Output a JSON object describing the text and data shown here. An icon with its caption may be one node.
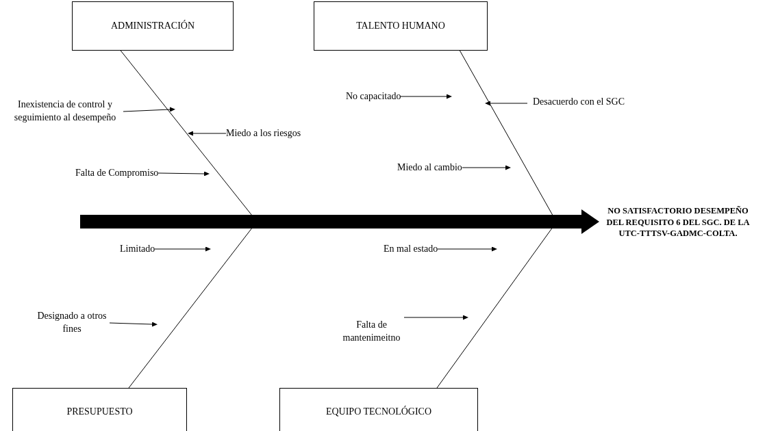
{
  "diagram": {
    "nodes": [
      {
        "text": [
          "ADMINISTRACIÓN"
        ]
      },
      {
        "text": [
          "TALENTO HUMANO"
        ]
      },
      {
        "text": [
          "NO SATISFACTORIO DESEMPEÑO DEL REQUISITO 6 DEL SGC. DE LA UTC-TTTSV-GADMC-COLTA."
        ]
      },
      {
        "text": [
          "PRESUPUESTO"
        ]
      },
      {
        "text": [
          "EQUIPO TECNOLÓGICO"
        ]
      },
      {
        "text": [
          "Inexistencia de control y seguimiento al desempeño"
        ]
      },
      {
        "text": [
          "Miedo a los riesgos"
        ]
      },
      {
        "text": [
          "Falta de Compromiso"
        ]
      },
      {
        "text": [
          "No capacitado"
        ]
      },
      {
        "text": [
          "Desacuerdo con el SGC"
        ]
      },
      {
        "text": [
          "Miedo al cambio"
        ]
      },
      {
        "text": [
          "Limitado"
        ]
      },
      {
        "text": [
          "Designado a otros fines"
        ]
      },
      {
        "text": [
          "En mal estado"
        ]
      },
      {
        "text": [
          "Falta de mantenimeitno"
        ]
      }
    ],
    "edges": [
      {
        "from": null,
        "to": 2,
        "arrow": "to",
        "style": "thick"
      },
      {
        "from": 0,
        "to": null,
        "arrow": "none"
      },
      {
        "from": 1,
        "to": null,
        "arrow": "none"
      },
      {
        "from": 3,
        "to": null,
        "arrow": "none"
      },
      {
        "from": 4,
        "to": null,
        "arrow": "none"
      },
      {
        "from": 5,
        "to": null,
        "arrow": "to"
      },
      {
        "from": 6,
        "to": null,
        "arrow": "to"
      },
      {
        "from": 7,
        "to": null,
        "arrow": "to"
      },
      {
        "from": 8,
        "to": null,
        "arrow": "to"
      },
      {
        "from": 9,
        "to": null,
        "arrow": "to"
      },
      {
        "from": 10,
        "to": null,
        "arrow": "to"
      },
      {
        "from": 11,
        "to": null,
        "arrow": "to"
      },
      {
        "from": 12,
        "to": null,
        "arrow": "to"
      },
      {
        "from": 13,
        "to": null,
        "arrow": "to"
      },
      {
        "from": 14,
        "to": null,
        "arrow": "to"
      }
    ]
  }
}
